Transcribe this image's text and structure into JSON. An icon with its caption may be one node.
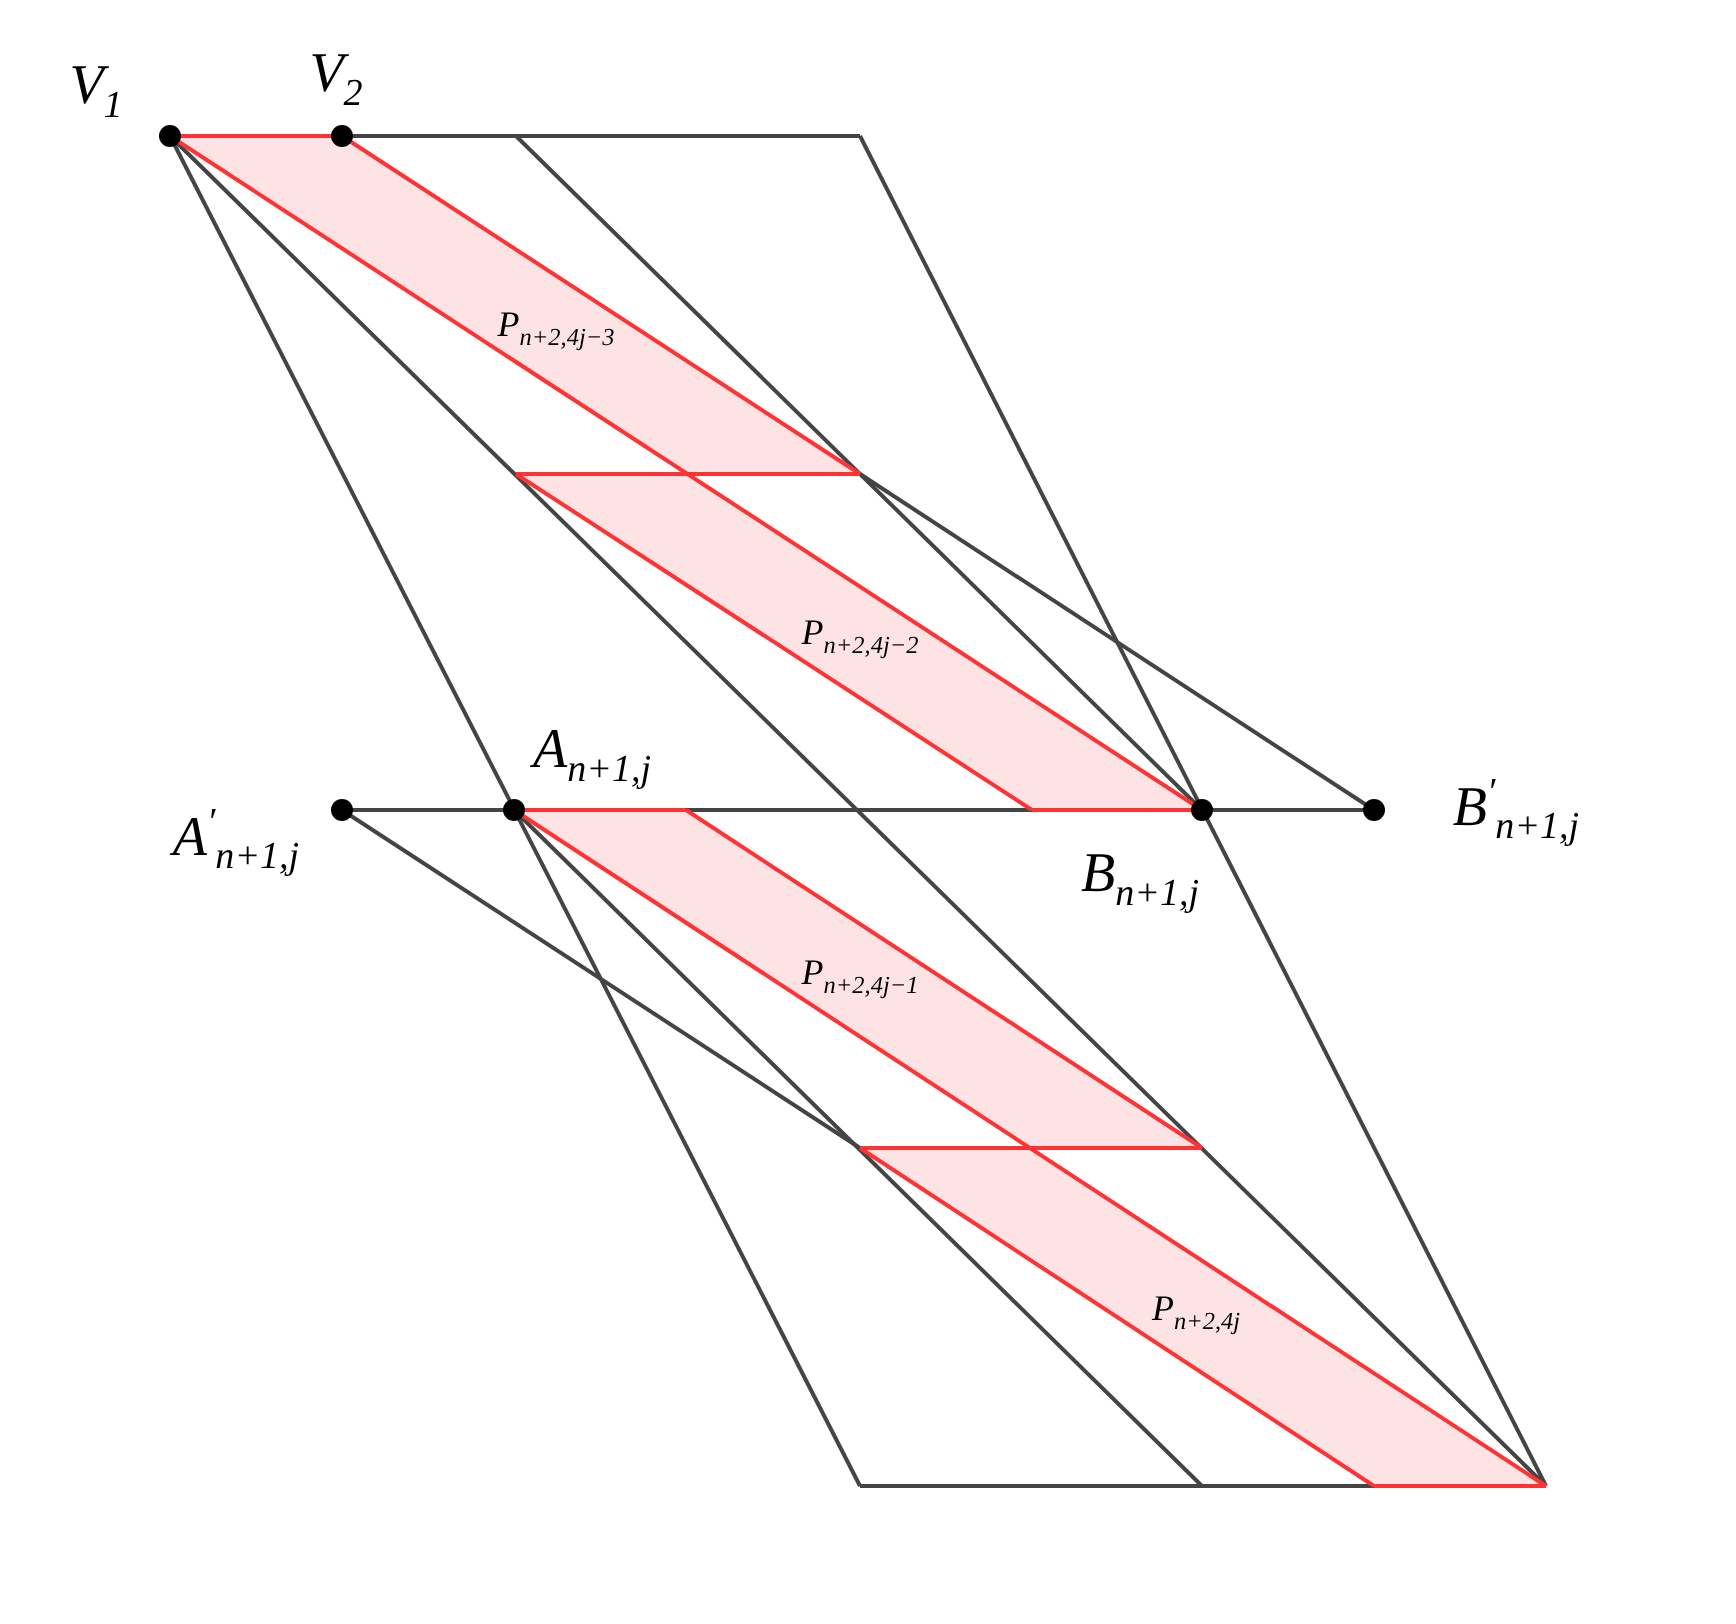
{
  "diagram": {
    "labels": [
      "V$_{1}$",
      "V$_{2}$",
      "P$_{n+2,4j−3}$",
      "P$_{n+2,4j−2}$",
      "A$_{n+1,j}$",
      "B$^{′}$$_{n+1,j}$",
      "A$^{′}$$_{n+1,j}$",
      "B$_{n+1,j}$",
      "P$_{n+2,4j−1}$",
      "P$_{n+2,4j}$"
    ]
  }
}
